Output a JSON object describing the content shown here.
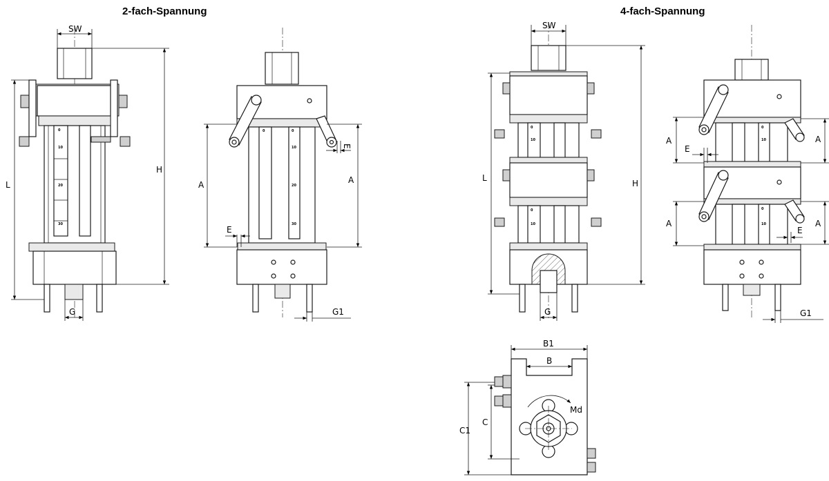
{
  "titles": {
    "left": "2-fach-Spannung",
    "right": "4-fach-Spannung"
  },
  "dims": {
    "sw": "SW",
    "l": "L",
    "h": "H",
    "g": "G",
    "g1": "G1",
    "a": "A",
    "e": "E",
    "b": "B",
    "b1": "B1",
    "c": "C",
    "c1": "C1",
    "md": "Md"
  },
  "scale_marks": {
    "zero": "0",
    "ten": "10",
    "twenty": "20",
    "thirty": "30"
  }
}
